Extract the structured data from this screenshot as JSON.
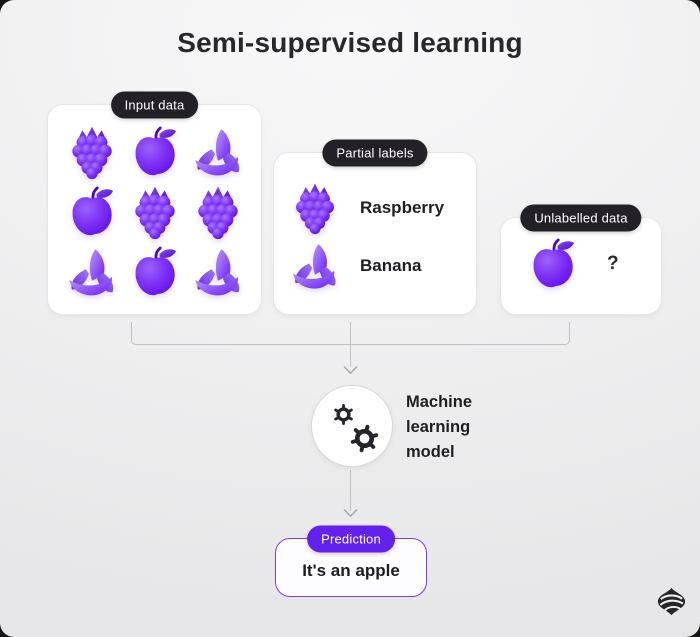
{
  "title": "Semi-supervised learning",
  "boxes": {
    "input": {
      "label": "Input data",
      "grid": [
        "#fruit-raspberry",
        "#fruit-apple",
        "#fruit-banana",
        "#fruit-apple",
        "#fruit-raspberry",
        "#fruit-raspberry",
        "#fruit-banana",
        "#fruit-apple",
        "#fruit-banana"
      ]
    },
    "partial": {
      "label": "Partial labels",
      "rows": [
        {
          "icon": "#fruit-raspberry",
          "text": "Raspberry"
        },
        {
          "icon": "#fruit-banana",
          "text": "Banana"
        }
      ]
    },
    "unlabelled": {
      "label": "Unlabelled data",
      "icon": "#fruit-apple",
      "mark": "?"
    }
  },
  "model": {
    "label": "Machine learning model"
  },
  "prediction": {
    "tag": "Prediction",
    "text": "It's an apple"
  },
  "colors": {
    "accent": "#6321e9",
    "accent_border": "#7c3aed",
    "fruit_purple": "#7a2bf5",
    "pill_dark": "#232127",
    "line_gray": "#c0c0c5"
  }
}
